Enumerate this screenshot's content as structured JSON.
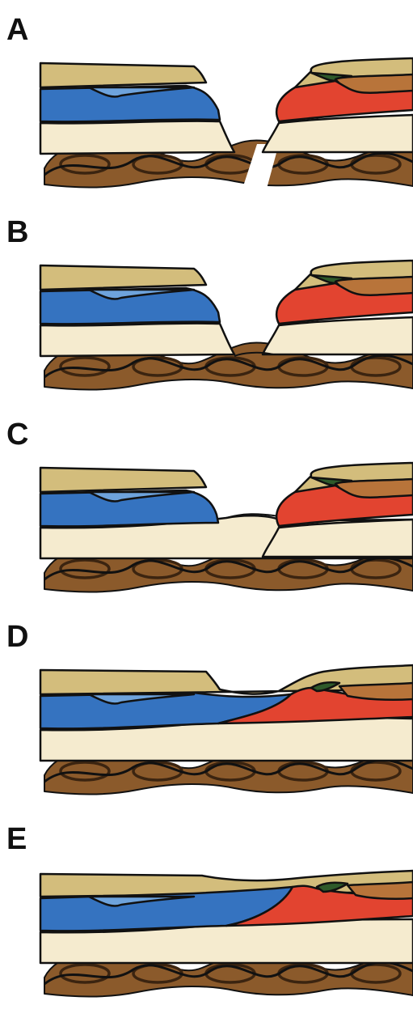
{
  "panels": [
    {
      "label": "A"
    },
    {
      "label": "B"
    },
    {
      "label": "C"
    },
    {
      "label": "D"
    },
    {
      "label": "E"
    }
  ],
  "colors": {
    "outline": "#111111",
    "topsoil": "#d3bd7c",
    "blue_dark": "#3573c0",
    "blue_light": "#6ea3dc",
    "red": "#e24430",
    "brown_light": "#b8743a",
    "green": "#2e5a2a",
    "cream": "#f5ebcf",
    "braid": "#8b5a2b",
    "braid_dark": "#3b2410"
  }
}
